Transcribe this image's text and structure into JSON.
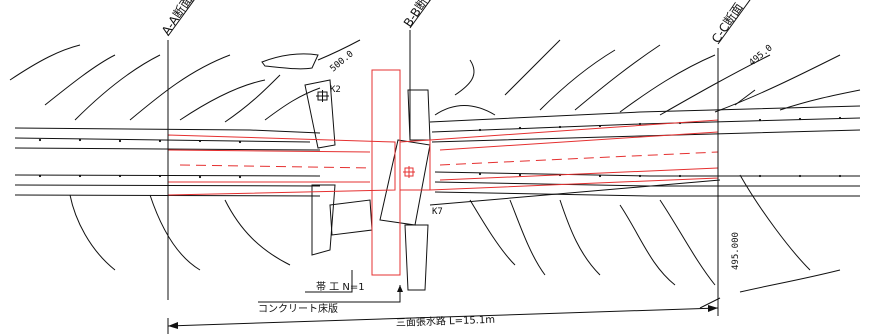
{
  "sections": {
    "a": "A-A断面",
    "b": "B-B断面",
    "c": "C-C断面"
  },
  "contours": {
    "c500": "500.0",
    "c495": "495.0",
    "c495_2": "495.000"
  },
  "marks": {
    "k2": "K2",
    "k7": "K7"
  },
  "notes": {
    "obi": "帯 工 N=1",
    "slab": "コンクリート床版",
    "channel": "三面張水路 L=15.1m"
  },
  "colors": {
    "line": "#111111",
    "plan": "#e53030"
  }
}
